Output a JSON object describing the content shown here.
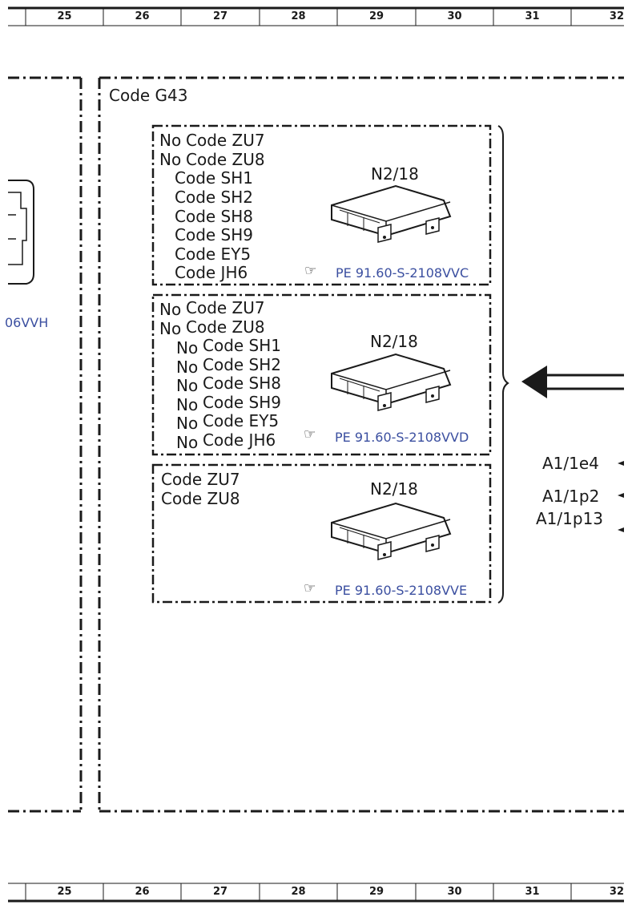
{
  "ruler_columns": [
    "25",
    "26",
    "27",
    "28",
    "29",
    "30",
    "31",
    "32"
  ],
  "group_title": "Code G43",
  "left_link_partial": "06VVH",
  "boxes": [
    {
      "component": "N2/18",
      "lines": [
        {
          "prefix": "No",
          "code": "Code ZU7"
        },
        {
          "prefix": "No",
          "code": "Code ZU8"
        },
        {
          "prefix": "",
          "code": "Code SH1"
        },
        {
          "prefix": "",
          "code": "Code SH2"
        },
        {
          "prefix": "",
          "code": "Code SH8"
        },
        {
          "prefix": "",
          "code": "Code SH9"
        },
        {
          "prefix": "",
          "code": "Code EY5"
        },
        {
          "prefix": "",
          "code": "Code JH6"
        }
      ],
      "link": "PE 91.60-S-2108VVC"
    },
    {
      "component": "N2/18",
      "lines": [
        {
          "prefix": "No",
          "code": "Code ZU7"
        },
        {
          "prefix": "No",
          "code": "Code ZU8"
        },
        {
          "prefix": "No",
          "code": "Code SH1"
        },
        {
          "prefix": "No",
          "code": "Code SH2"
        },
        {
          "prefix": "No",
          "code": "Code SH8"
        },
        {
          "prefix": "No",
          "code": "Code SH9"
        },
        {
          "prefix": "No",
          "code": "Code EY5"
        },
        {
          "prefix": "No",
          "code": "Code JH6"
        }
      ],
      "link": "PE 91.60-S-2108VVD"
    },
    {
      "component": "N2/18",
      "lines": [
        {
          "prefix": "",
          "code": "Code ZU7"
        },
        {
          "prefix": "",
          "code": "Code ZU8"
        }
      ],
      "link": "PE 91.60-S-2108VVE"
    }
  ],
  "connectors": [
    "A1/1e4",
    "A1/1p2",
    "A1/1p13"
  ],
  "colors": {
    "link": "#3b4fa0",
    "line": "#1a1a1a"
  },
  "icons": [
    "pointing-hand-icon",
    "control-unit-icon",
    "arrow-left-icon"
  ]
}
